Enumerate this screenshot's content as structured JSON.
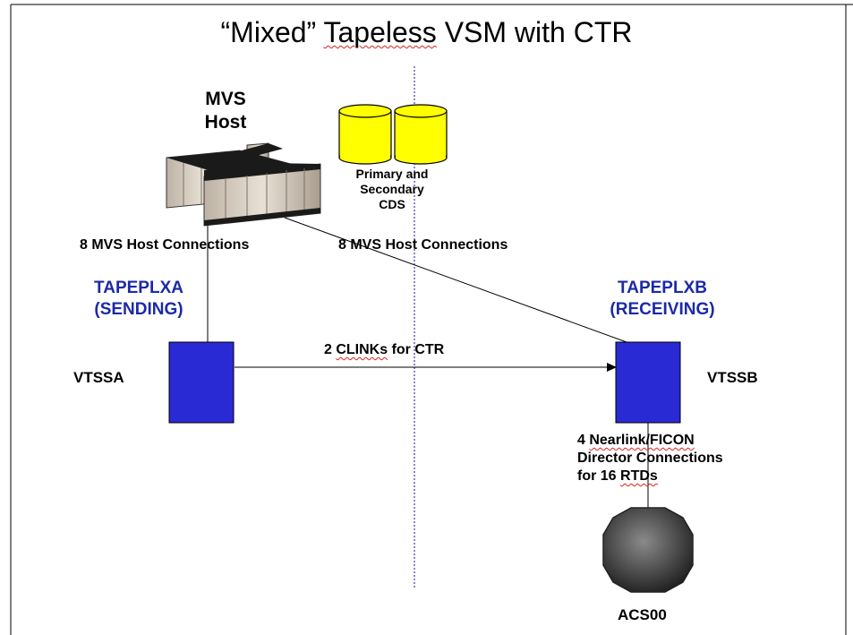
{
  "title": {
    "before": "“Mixed” ",
    "squiggle": "Tapeless",
    "after": " VSM with CTR"
  },
  "mvs_host": {
    "line1": "MVS",
    "line2": "Host"
  },
  "cds": {
    "line1": "Primary and",
    "line2": "Secondary",
    "line3": "CDS"
  },
  "conn_left": "8 MVS Host Connections",
  "conn_right": "8 MVS Host Connections",
  "tapeplex_a": {
    "line1": "TAPEPLXA",
    "line2": "(SENDING)"
  },
  "tapeplex_b": {
    "line1": "TAPEPLXB",
    "line2": "(RECEIVING)"
  },
  "vtss_a": "VTSSA",
  "vtss_b": "VTSSB",
  "clinks": {
    "prefix": "2 ",
    "squiggle": "CLINKs",
    "suffix": " for CTR"
  },
  "director": {
    "line1_prefix": "4 ",
    "line1_squiggle": "Nearlink/FICON",
    "line2": "Director Connections",
    "line3_prefix": "for 16 ",
    "line3_squiggle": "RTDs"
  },
  "acs": "ACS00",
  "colors": {
    "vtss_fill": "#2a2ad4",
    "cds_fill": "#ffff00",
    "heading_blue": "#1c2aa6",
    "divider": "#3a3ab8",
    "acs_fill": "#555555"
  }
}
